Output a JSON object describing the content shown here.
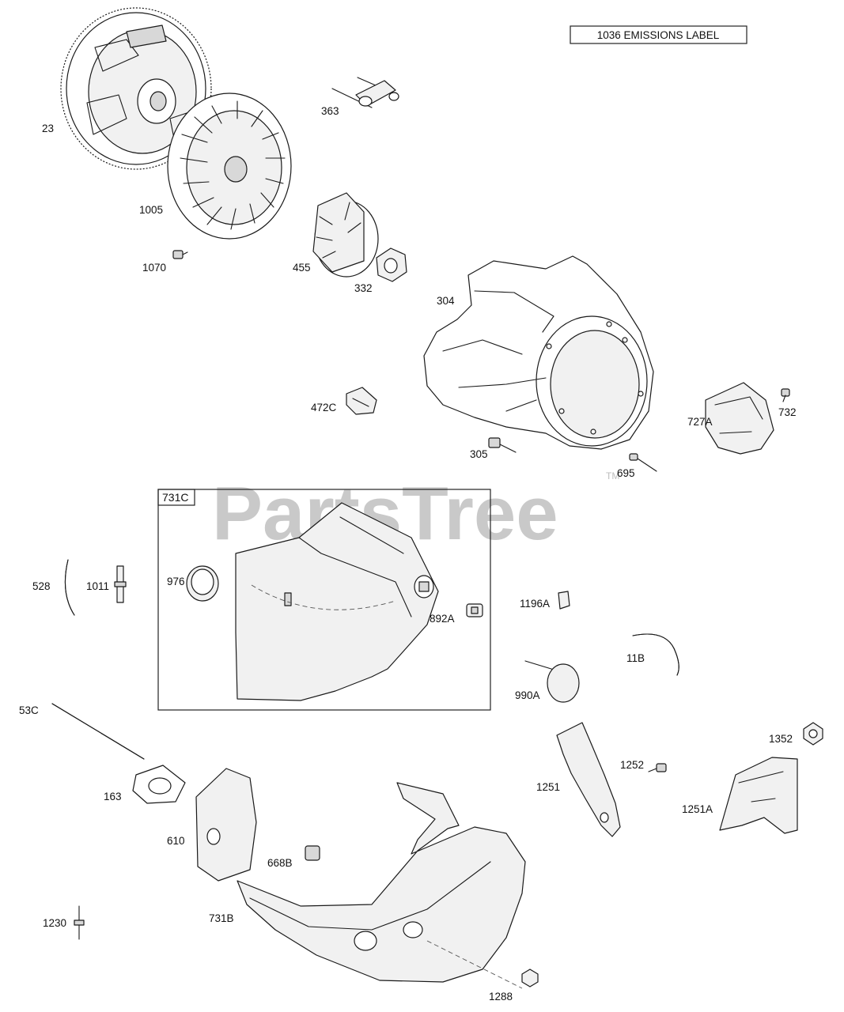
{
  "emissions_label": "1036 EMISSIONS LABEL",
  "watermark": {
    "text": "PartsTree",
    "tm": "TM"
  },
  "box_label": "731C",
  "parts": {
    "p23": "23",
    "p1005": "1005",
    "p1070": "1070",
    "p363": "363",
    "p455": "455",
    "p332": "332",
    "p304": "304",
    "p472C": "472C",
    "p305": "305",
    "p695": "695",
    "p727A": "727A",
    "p732": "732",
    "p528": "528",
    "p1011": "1011",
    "p976": "976",
    "p892A": "892A",
    "p1196A": "1196A",
    "p11B": "11B",
    "p990A": "990A",
    "p53C": "53C",
    "p163": "163",
    "p610": "610",
    "p668B": "668B",
    "p731B": "731B",
    "p1230": "1230",
    "p1288": "1288",
    "p1251": "1251",
    "p1252": "1252",
    "p1251A": "1251A",
    "p1352": "1352"
  }
}
